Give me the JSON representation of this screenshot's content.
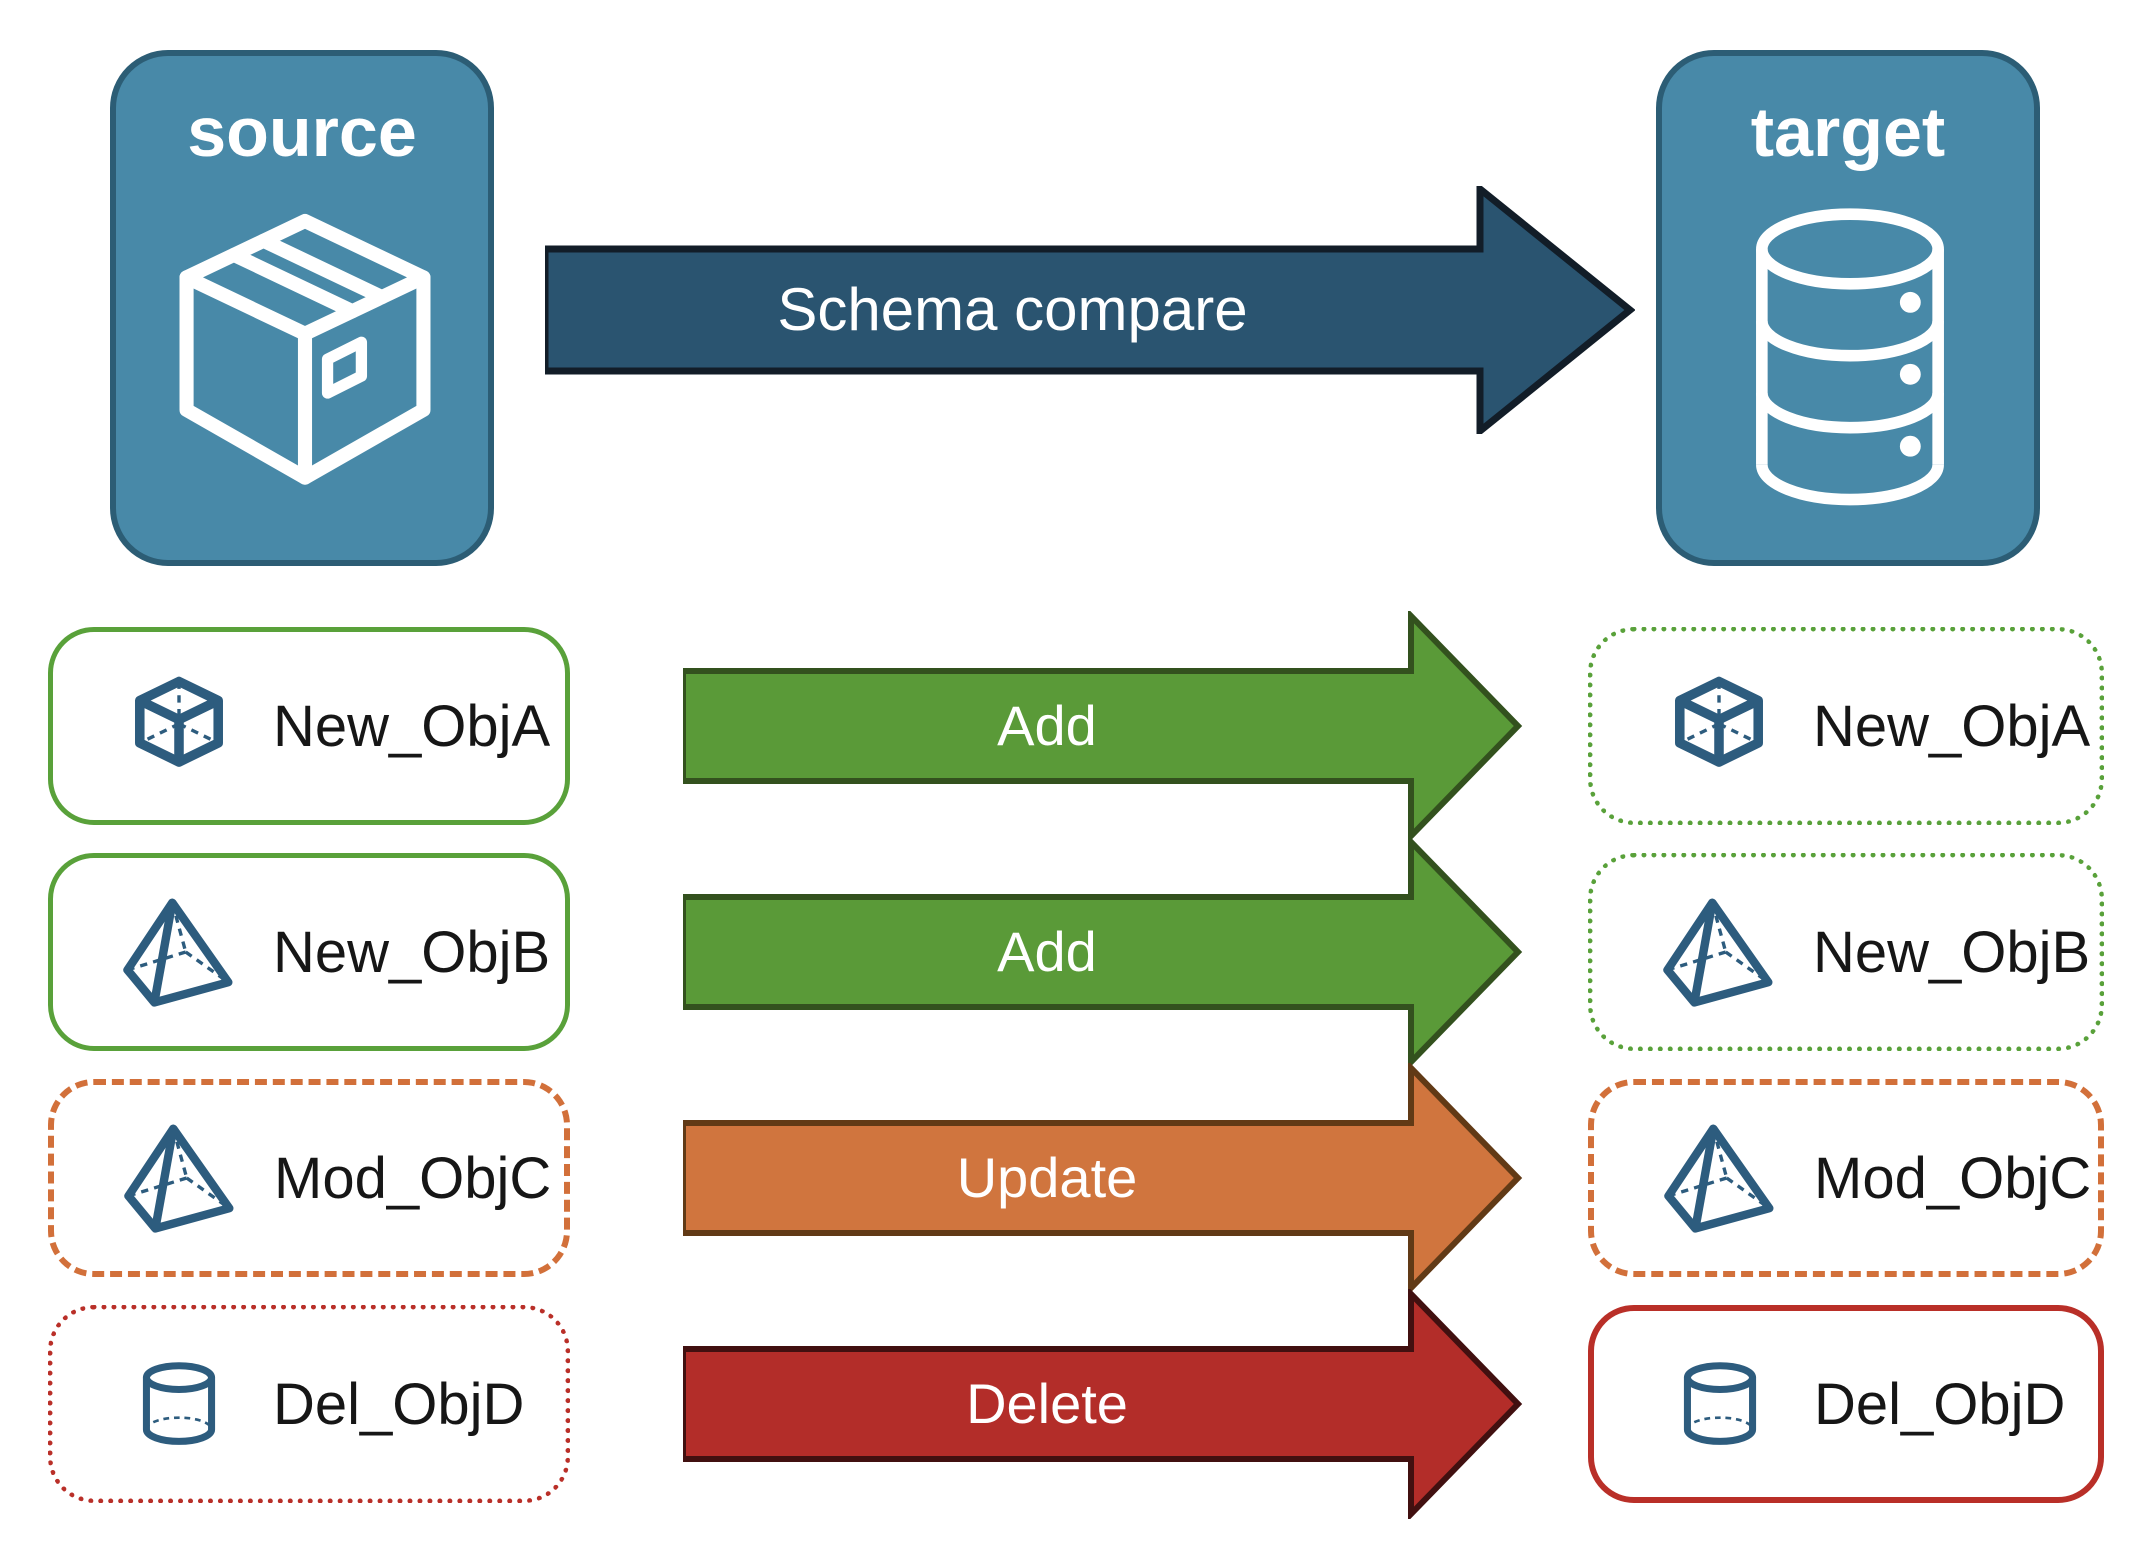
{
  "colors": {
    "panel_fill": "#4889a8",
    "panel_border": "#2c5d75",
    "panel_text": "#ffffff",
    "compare_fill": "#2a5470",
    "compare_border": "#121d28",
    "add_fill": "#5a9a38",
    "add_border": "#33511e",
    "update_fill": "#d0753e",
    "update_border": "#613a16",
    "delete_fill": "#b32d29",
    "delete_border": "#411010",
    "green_outline": "#59a13a",
    "orange_outline": "#d2703a",
    "red_outline": "#b92f28",
    "icon_stroke": "#2d5c7e",
    "label_text": "#161616",
    "arrow_text": "#ffffff"
  },
  "panels": {
    "source": {
      "title": "source",
      "icon": "package-box-icon"
    },
    "target": {
      "title": "target",
      "icon": "database-icon"
    }
  },
  "compare_arrow": {
    "label": "Schema compare"
  },
  "rows": [
    {
      "source_item": {
        "label": "New_ObjA",
        "icon": "cube-icon",
        "outline": "green-solid"
      },
      "action": {
        "label": "Add",
        "style": "add"
      },
      "target_item": {
        "label": "New_ObjA",
        "icon": "cube-icon",
        "outline": "green-dotted"
      }
    },
    {
      "source_item": {
        "label": "New_ObjB",
        "icon": "pyramid-icon",
        "outline": "green-solid"
      },
      "action": {
        "label": "Add",
        "style": "add"
      },
      "target_item": {
        "label": "New_ObjB",
        "icon": "pyramid-icon",
        "outline": "green-dotted"
      }
    },
    {
      "source_item": {
        "label": "Mod_ObjC",
        "icon": "pyramid-icon",
        "outline": "orange-dashed"
      },
      "action": {
        "label": "Update",
        "style": "update"
      },
      "target_item": {
        "label": "Mod_ObjC",
        "icon": "pyramid-icon",
        "outline": "orange-dashed"
      }
    },
    {
      "source_item": {
        "label": "Del_ObjD",
        "icon": "cylinder-icon",
        "outline": "red-dotted"
      },
      "action": {
        "label": "Delete",
        "style": "delete"
      },
      "target_item": {
        "label": "Del_ObjD",
        "icon": "cylinder-icon",
        "outline": "red-solid"
      }
    }
  ]
}
